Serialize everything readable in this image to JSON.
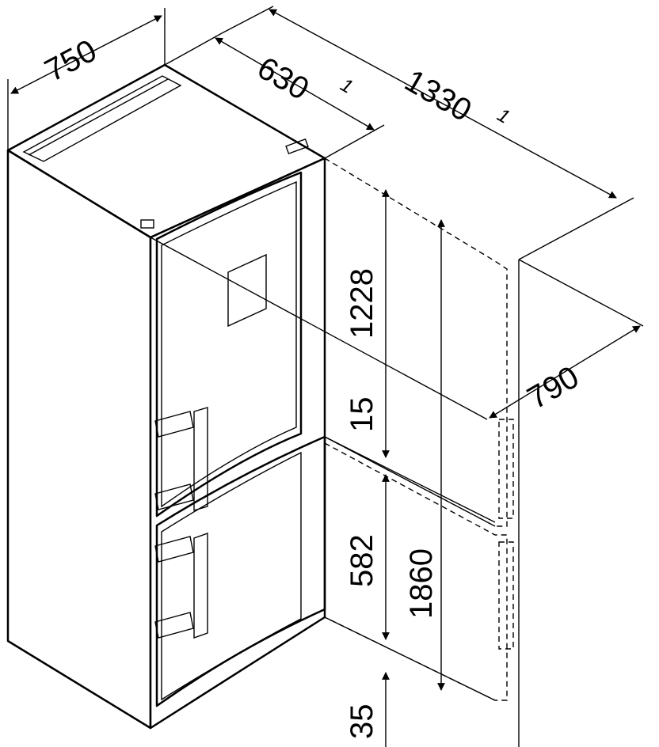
{
  "dimensions": {
    "width": "750",
    "depth": "630",
    "depth_note": "1",
    "open_depth": "1330",
    "open_depth_note": "1",
    "door_clearance": "790",
    "upper_door": "1228",
    "gap": "15",
    "lower_door": "582",
    "height": "1860",
    "base": "35"
  }
}
